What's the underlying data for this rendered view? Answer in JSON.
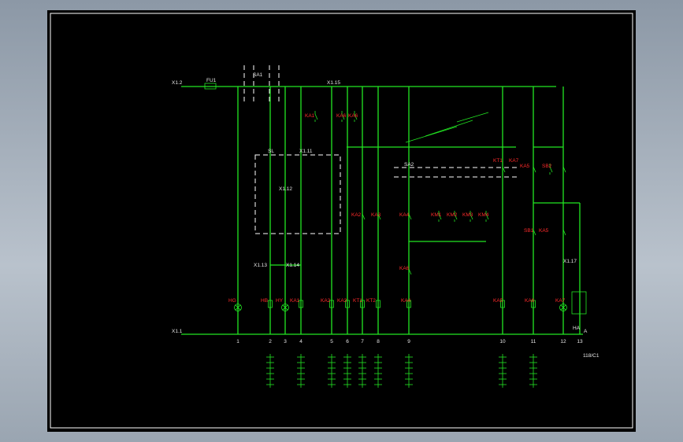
{
  "colors": {
    "wire": "#22e622",
    "label": "#ff2b2b",
    "note": "#e8e8e8",
    "background": "#000000",
    "border": "#ffffff"
  },
  "rails": {
    "top_left": "X1.2",
    "bottom_left": "X1.1",
    "fuse": "FU1",
    "junction": "X1.15"
  },
  "selector": {
    "label": "SA1"
  },
  "sensor": {
    "label": "SL",
    "terminal_top": "X1.11",
    "terminal_mid": "X1.12",
    "terminal_left": "X1.13",
    "terminal_right": "X1.14"
  },
  "right_terminal": "X1.17",
  "alarm": "HA",
  "alarm_terminal": "A",
  "title_ref": "118/C1",
  "mode_switch": {
    "label": "SA2"
  },
  "contacts": [
    "KA1",
    "KA2",
    "KA3",
    "KA4",
    "KA5",
    "KA6",
    "KA7",
    "KT1",
    "KT2",
    "KM1",
    "KM2",
    "KM3",
    "KM4",
    "SB1",
    "SB2"
  ],
  "loads": [
    "HG",
    "HB",
    "HY",
    "KA1",
    "KA2",
    "KA3",
    "KT1",
    "KT2",
    "KA4",
    "KA5",
    "KA6",
    "KA7"
  ],
  "numbers": [
    "1",
    "2",
    "3",
    "4",
    "5",
    "6",
    "7",
    "8",
    "9",
    "10",
    "11",
    "12",
    "13"
  ]
}
